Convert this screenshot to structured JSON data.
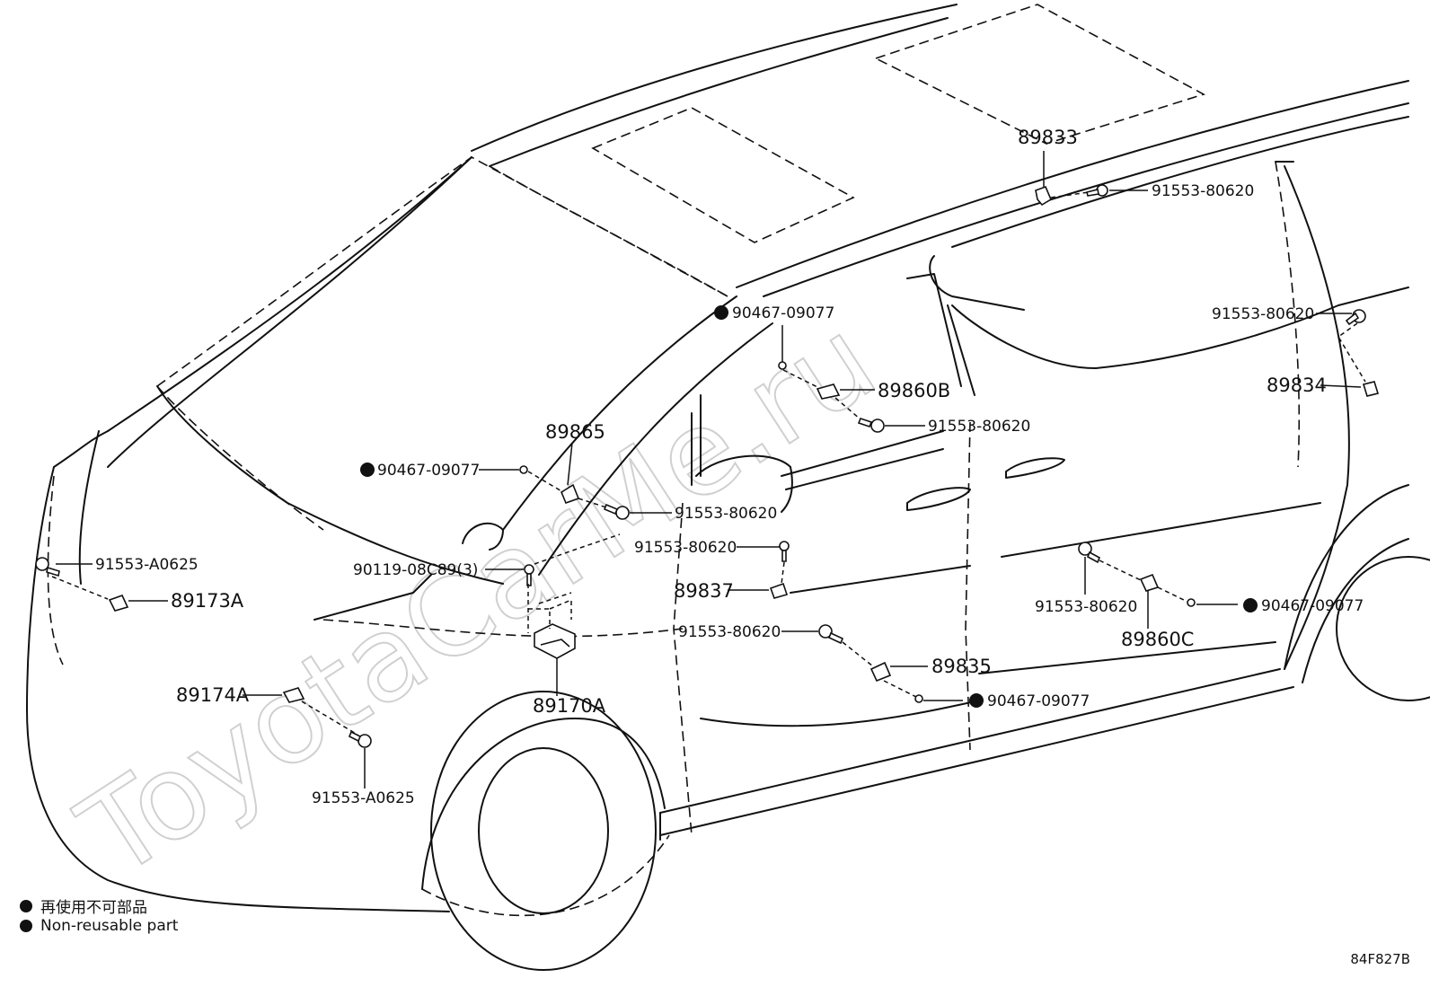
{
  "watermark": "ToyotaCarMe.ru",
  "labels": {
    "p89833": "89833",
    "p91553_80620_top": "91553-80620",
    "p90467_09077_roof": "90467-09077",
    "p91553_80620_right": "91553-80620",
    "p89834": "89834",
    "p89860B": "89860B",
    "p91553_80620_mid": "91553-80620",
    "p89865": "89865",
    "p90467_09077_left": "90467-09077",
    "p91553_80620_apillar": "91553-80620",
    "p91553_A0625_front": "91553-A0625",
    "p89173A": "89173A",
    "p90119_08C89": "90119-08C89(3)",
    "p91553_80620_center": "91553-80620",
    "p89837": "89837",
    "p91553_80620_lower": "91553-80620",
    "p89835": "89835",
    "p90467_09077_lower": "90467-09077",
    "p91553_80620_rear": "91553-80620",
    "p90467_09077_rear": "90467-09077",
    "p89860C": "89860C",
    "p89174A": "89174A",
    "p89170A": "89170A",
    "p91553_A0625_bottom": "91553-A0625"
  },
  "legend": {
    "line1": "再使用不可部品",
    "line2": "Non-reusable part"
  },
  "diagram_code": "84F827B"
}
